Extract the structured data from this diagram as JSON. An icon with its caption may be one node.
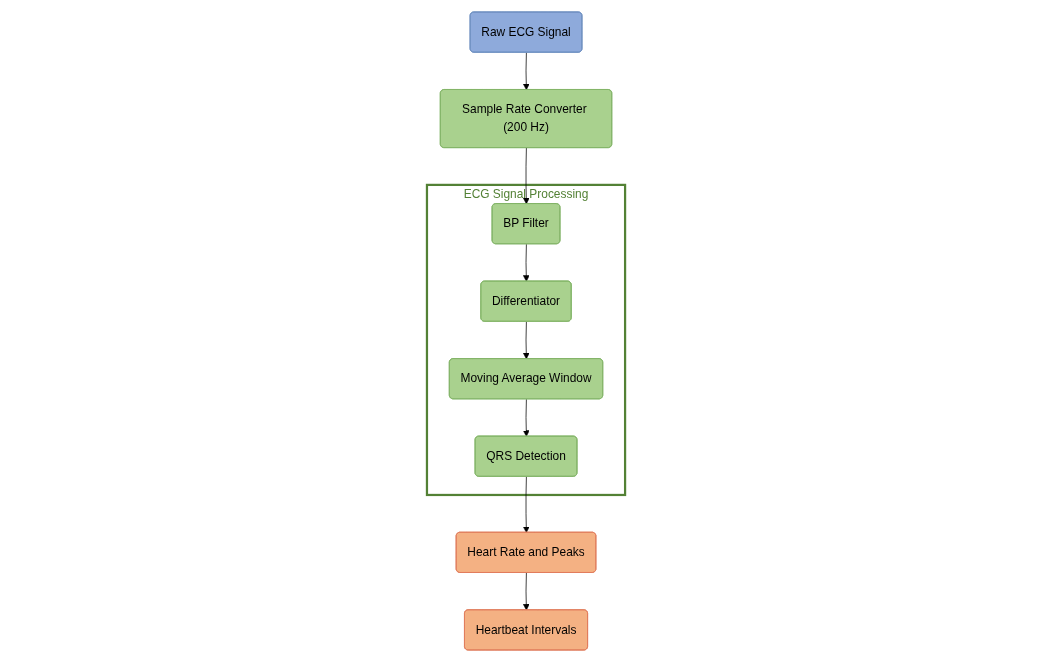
{
  "diagram": {
    "nodes": [
      {
        "text": [
          "Raw ECG Signal"
        ]
      },
      {
        "text": [
          "Sample Rate Converter (200 Hz)"
        ]
      },
      {
        "text": [
          "ECG Signal Processing"
        ]
      },
      {
        "text": [
          "BP Filter"
        ],
        "in": 2
      },
      {
        "text": [
          "Differentiator"
        ],
        "in": 2
      },
      {
        "text": [
          "Moving Average Window"
        ],
        "in": 2
      },
      {
        "text": [
          "QRS Detection"
        ],
        "in": 2
      },
      {
        "text": [
          "Heart Rate and Peaks"
        ]
      },
      {
        "text": [
          "Heartbeat Intervals"
        ]
      }
    ],
    "edges": [
      {
        "from": 0,
        "to": 1,
        "arrow": "to"
      },
      {
        "from": 1,
        "to": 3,
        "arrow": "to"
      },
      {
        "from": 3,
        "to": 4,
        "arrow": "to"
      },
      {
        "from": 4,
        "to": 5,
        "arrow": "to"
      },
      {
        "from": 5,
        "to": 6,
        "arrow": "to"
      },
      {
        "from": 6,
        "to": 7,
        "arrow": "to"
      },
      {
        "from": 7,
        "to": 8,
        "arrow": "to"
      }
    ]
  }
}
